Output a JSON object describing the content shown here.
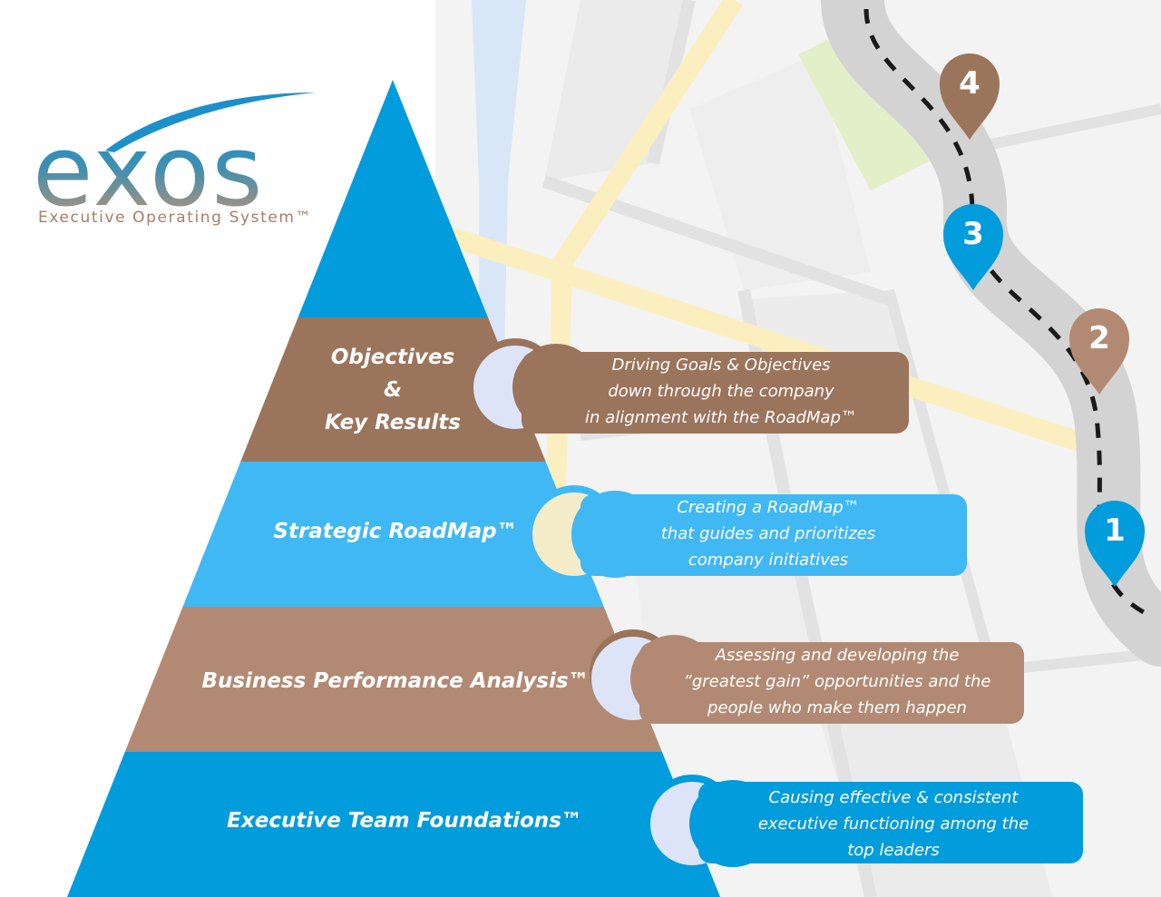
{
  "logo": {
    "wordmark": "exos",
    "tagline": "Executive Operating System™"
  },
  "colors": {
    "blue_dark": "#009cdc",
    "blue_light": "#3fb8f4",
    "brown_dark": "#9b745c",
    "brown_light": "#b28a73",
    "road": "#d3d3d3",
    "map_bg": "#f2f2f2"
  },
  "tiers": [
    {
      "id": "okr",
      "label_lines": [
        "Objectives",
        "&",
        "Key Results"
      ],
      "color": "#9b745c",
      "description": [
        "Driving Goals & Objectives",
        "down through the company",
        "in alignment with the RoadMap™"
      ]
    },
    {
      "id": "roadmap",
      "label_lines": [
        "Strategic RoadMap™"
      ],
      "color": "#3fb8f4",
      "description": [
        "Creating a RoadMap™",
        "that guides and prioritizes",
        "company initiatives"
      ]
    },
    {
      "id": "bpa",
      "label_lines": [
        "Business Performance Analysis™"
      ],
      "color": "#b28a73",
      "description": [
        "Assessing and developing the",
        "“greatest gain” opportunities and the",
        "people who make them happen"
      ]
    },
    {
      "id": "etf",
      "label_lines": [
        "Executive Team Foundations™"
      ],
      "color": "#009cdc",
      "description": [
        "Causing effective & consistent",
        "executive functioning among the",
        "top leaders"
      ]
    }
  ],
  "milestones": [
    {
      "number": "1",
      "color": "#009cdc"
    },
    {
      "number": "2",
      "color": "#b28a73"
    },
    {
      "number": "3",
      "color": "#009cdc"
    },
    {
      "number": "4",
      "color": "#9b745c"
    }
  ]
}
